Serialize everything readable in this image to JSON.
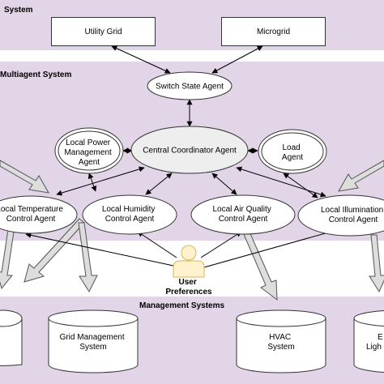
{
  "sections": {
    "power_system": "System",
    "multiagent_system": "Multiagent System",
    "management_systems": "Management Systems"
  },
  "nodes": {
    "utility_grid": "Utility Grid",
    "microgrid": "Microgrid",
    "switch_state_agent": "Switch State Agent",
    "local_power_management_agent": [
      "Local Power",
      "Management",
      "Agent"
    ],
    "central_coordinator_agent": "Central Coordinator Agent",
    "load_agent": [
      "Load",
      "Agent"
    ],
    "local_temperature_control_agent": [
      "Local Temperature",
      "Control Agent"
    ],
    "local_humidity_control_agent": [
      "Local Humidity",
      "Control Agent"
    ],
    "local_air_quality_control_agent": [
      "Local Air Quality",
      "Control Agent"
    ],
    "local_illumination_control_agent": [
      "Local Illumination",
      "Control Agent"
    ],
    "user_preferences": [
      "User",
      "Preferences"
    ],
    "grid_management_system": [
      "Grid Management",
      "System"
    ],
    "hvac_system": [
      "HVAC",
      "System"
    ],
    "lighting_system": [
      "E",
      "Ligh"
    ]
  },
  "colors": {
    "band": "#e1d5e7",
    "node_fill": "#ffffff",
    "node_fill_grey": "#eeeeee",
    "stroke": "#333333",
    "user_fill": "#fff2cc",
    "user_stroke": "#d6b656",
    "wide_arrow_fill": "#dddddd"
  }
}
